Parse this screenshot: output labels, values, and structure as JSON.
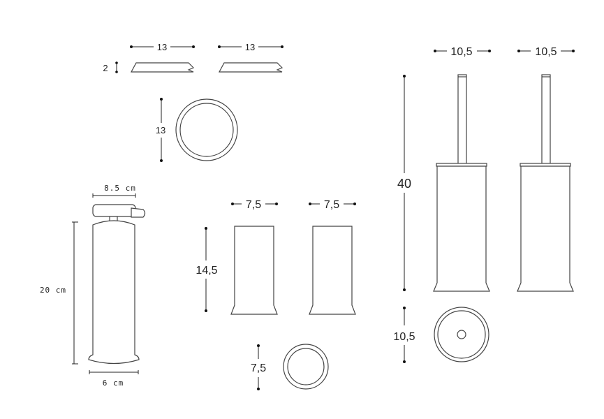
{
  "dimensions": {
    "tray_width_a": "13",
    "tray_width_b": "13",
    "tray_height": "2",
    "tray_diameter": "13",
    "dispenser_width": "8.5 cm",
    "dispenser_height": "20 cm",
    "dispenser_base": "6 cm",
    "cup_width_a": "7,5",
    "cup_width_b": "7,5",
    "cup_height": "14,5",
    "cup_diameter": "7,5",
    "brush_width_a": "10,5",
    "brush_width_b": "10,5",
    "brush_height": "40",
    "brush_diameter": "10,5"
  }
}
